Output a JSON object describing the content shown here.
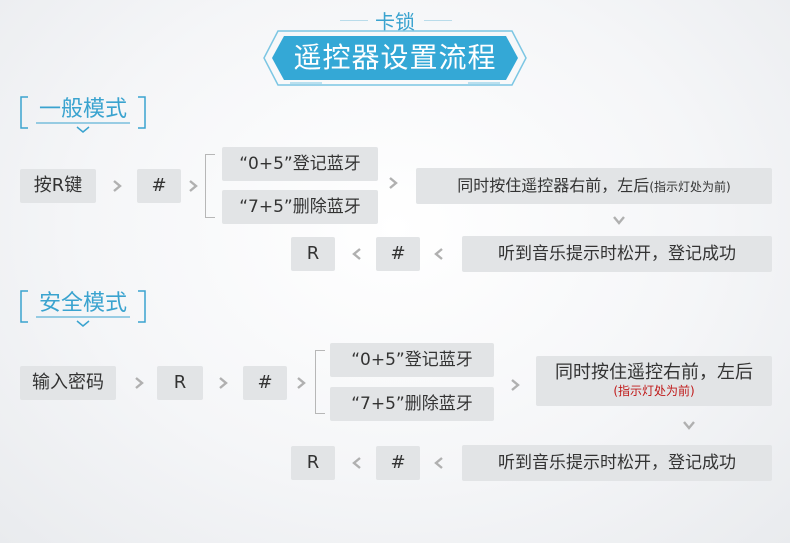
{
  "header": {
    "small_label": "卡锁",
    "title": "遥控器设置流程"
  },
  "normal_mode": {
    "label": "一般模式",
    "press_r_key": "按R键",
    "hash_key": "#",
    "option_register": "“0+5”登记蓝牙",
    "option_delete": "“7+5”删除蓝牙",
    "press_remote": "同时按住遥控器右前，左后",
    "press_remote_note": "(指示灯处为前)",
    "r_key": "R",
    "hash_key_2": "#",
    "result": "听到音乐提示时松开，登记成功"
  },
  "safe_mode": {
    "label": "安全模式",
    "enter_password": "输入密码",
    "r_key": "R",
    "hash_key": "#",
    "option_register": "“0+5”登记蓝牙",
    "option_delete": "“7+5”删除蓝牙",
    "press_remote": "同时按住遥控右前，左后",
    "press_remote_note": "(指示灯处为前)",
    "r_key_2": "R",
    "hash_key_2": "#",
    "result": "听到音乐提示时松开，登记成功"
  },
  "colors": {
    "accent": "#3aa3cf",
    "box": "#e2e4e6",
    "chevron": "#b0b0b0",
    "note_red": "#c01a1a"
  },
  "icons": {
    "next": "chevron-right-icon",
    "back": "chevron-left-icon",
    "down": "chevron-down-icon"
  }
}
